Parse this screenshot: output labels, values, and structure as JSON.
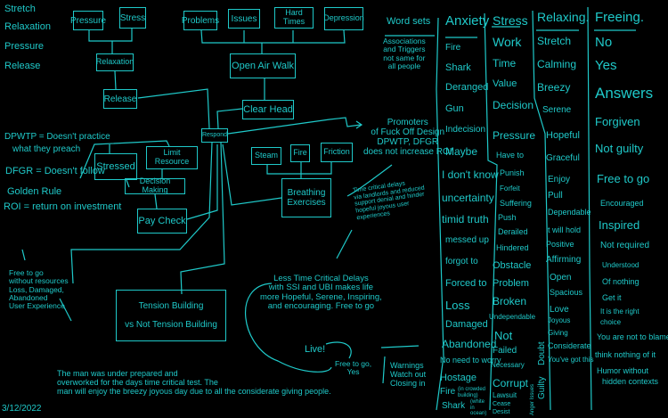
{
  "accent_color": "#1fc9c9",
  "background_color": "#000000",
  "legend_list": [
    "Stretch",
    "Relaxation",
    "Pressure",
    "Release"
  ],
  "boxes": {
    "pressure": "Pressure",
    "stress": "Stress",
    "problems": "Problems",
    "issues": "Issues",
    "hard_times": "Hard Times",
    "depression": "Depression",
    "relaxation": "Relaxation",
    "release": "Release",
    "open_air_walk": "Open Air Walk",
    "clear_head": "Clear Head",
    "respond": "Respond",
    "stressed": "Stressed",
    "limit_resource": "Limit Resource",
    "decision_making": "Decision Making",
    "pay_check": "Pay Check",
    "steam": "Steam",
    "fire": "Fire",
    "friction": "Friction",
    "breathing_exercises": "Breathing Exercises",
    "tension_building_1": "Tension Building",
    "tension_building_2": "vs Not Tension Building"
  },
  "notes": {
    "dpwtp_1": "DPWTP = Doesn't practice",
    "dpwtp_2": "what they preach",
    "dfgr": "DFGR = Doesn't follow",
    "golden_rule": "Golden Rule",
    "roi": "ROI = return on investment",
    "promoters": [
      "Promoters",
      "of Fuck Off Design",
      "DPWTP, DFGR",
      "does not increase ROI"
    ],
    "time_critical": [
      "Time critical delays",
      "via landlords and reduced",
      "support denial and hinder",
      "hopeful joyous user",
      "experiences"
    ],
    "free_to_go_left": [
      "Free to go",
      "without resources",
      "Loss, Damaged,",
      "Abandoned",
      "User Experience"
    ],
    "less_time_critical": [
      "Less Time Critical Delays",
      "with SSI and UBI makes life",
      "more Hopeful, Serene, Inspiring,",
      "and encouraging. Free to go"
    ],
    "live": "Live!",
    "free_to_go_yes": [
      "Free to go,",
      "Yes"
    ],
    "story": [
      "The man was under prepared and",
      "overworked for the days time critical test. The",
      "man will enjoy the breezy joyous day due to all the considerate giving people."
    ],
    "date": "3/12/2022",
    "warnings": [
      "Warnings",
      "Watch out",
      "Closing in"
    ]
  },
  "word_sets": {
    "title": "Word sets",
    "desc": [
      "Associations",
      "and Triggers",
      "not same for",
      "all people"
    ]
  },
  "columns": {
    "anxiety": {
      "title": "Anxiety",
      "items": [
        "Fire",
        "Shark",
        "Deranged",
        "Gun",
        "Indecision",
        "Maybe",
        "I don't know",
        "uncertainty",
        "timid truth",
        "messed up",
        "forgot to",
        "Forced to",
        "Loss",
        "Damaged",
        "Abandoned",
        "No need to worry",
        "Hostage",
        "Fire",
        "Shark"
      ],
      "asides": [
        "(in crowded building)",
        "(white in ocean)"
      ]
    },
    "stress": {
      "title": "Stress",
      "items": [
        "Work",
        "Time",
        "Value",
        "Decision",
        "Pressure",
        "Have to",
        "Punish",
        "Forfeit",
        "Suffering",
        "Push",
        "Derailed",
        "Hindered",
        "Obstacle",
        "Problem",
        "Broken",
        "Undependable",
        "Not",
        "Failed",
        "Necessary",
        "Corrupt",
        "Lawsuit",
        "Cease",
        "Desist"
      ],
      "vertical": [
        "Doubt",
        "Guilty",
        "Anger Issues"
      ]
    },
    "relaxing": {
      "title": "Relaxing.",
      "items": [
        "Stretch",
        "Calming",
        "Breezy",
        "Serene",
        "Hopeful",
        "Graceful",
        "Enjoy",
        "Pull",
        "Dependable",
        "it will hold",
        "Positive",
        "Affirming",
        "Open",
        "Spacious",
        "Love",
        "Joyous",
        "Giving",
        "Considerate",
        "You've got this"
      ]
    },
    "freeing": {
      "title": "Freeing.",
      "items": [
        "No",
        "Yes",
        "Answers",
        "Forgiven",
        "Not guilty",
        "Free to go",
        "Encouraged",
        "Inspired",
        "Not required",
        "Understood",
        "Of nothing",
        "Get it",
        "It is the right",
        "choice",
        "You are not to blame",
        "think nothing of it",
        "Humor without",
        "hidden contexts"
      ]
    }
  }
}
